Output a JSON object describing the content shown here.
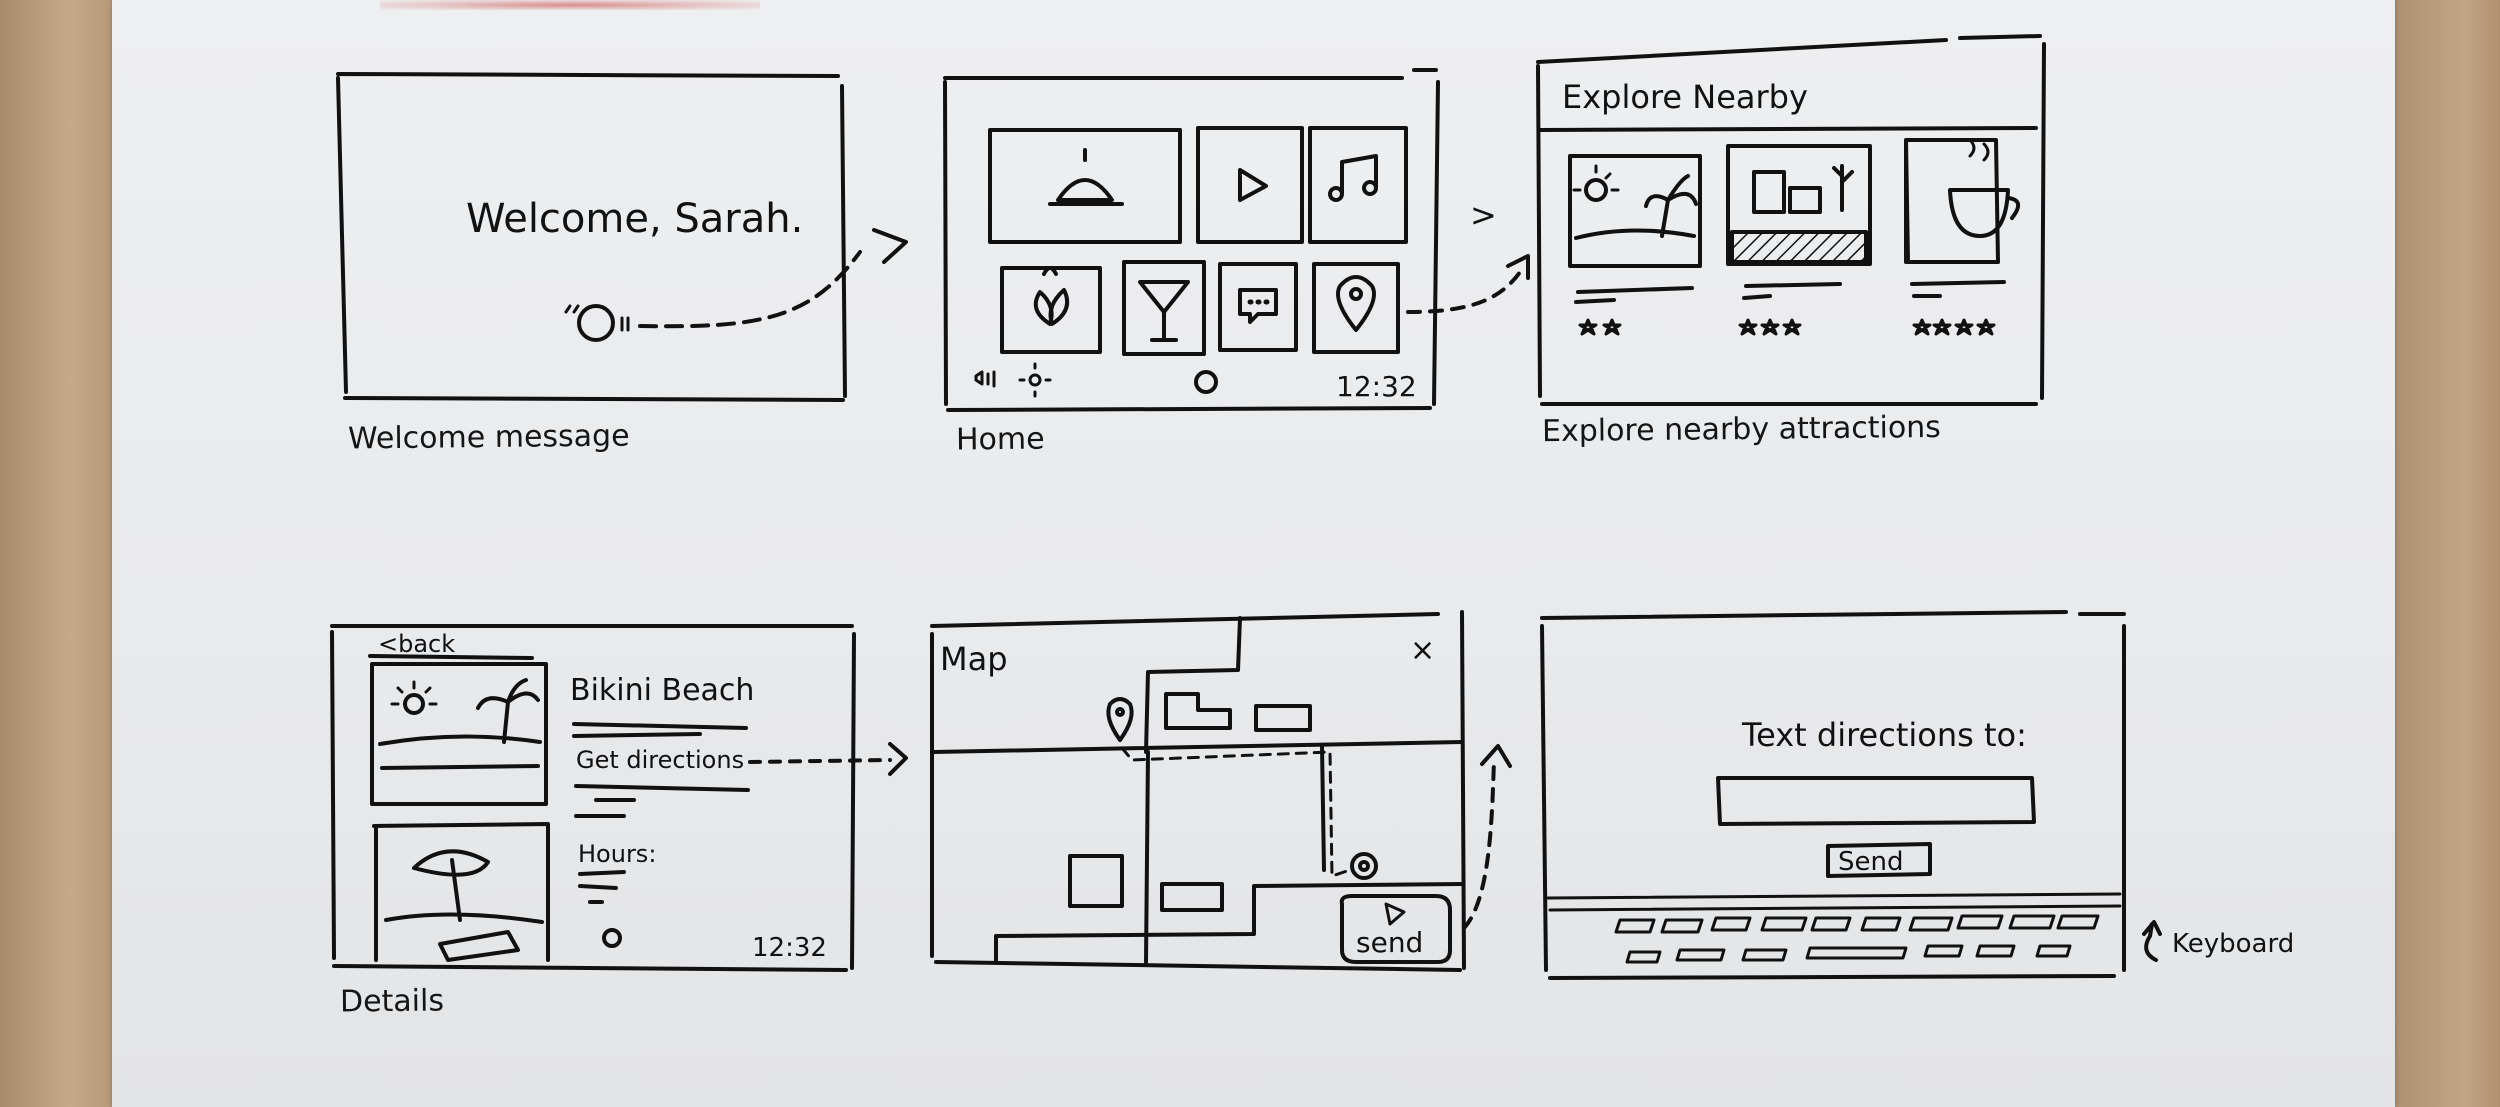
{
  "frames": {
    "welcome": {
      "caption": "Welcome message",
      "greeting": "Welcome, Sarah."
    },
    "home": {
      "caption": "Home",
      "clock": "12:32",
      "next_chevron": ">"
    },
    "explore": {
      "caption": "Explore nearby attractions",
      "title": "Explore Nearby"
    },
    "details": {
      "caption": "Details",
      "back": "<back",
      "place_name": "Bikini Beach",
      "directions_link": "Get directions",
      "hours_label": "Hours:",
      "clock": "12:32"
    },
    "map": {
      "title": "Map",
      "close": "×",
      "send": "send"
    },
    "text_directions": {
      "prompt": "Text directions to:",
      "send": "Send"
    }
  },
  "side_note": {
    "keyboard": "Keyboard"
  }
}
